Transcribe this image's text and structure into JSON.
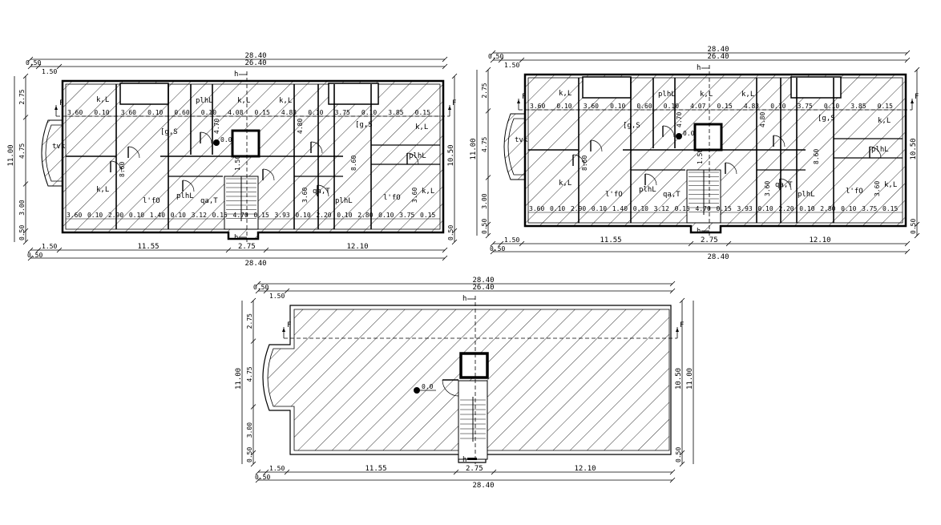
{
  "drawing": {
    "line_color": "#000000",
    "background": "#ffffff",
    "hatch": "diagonal",
    "plans": [
      {
        "id": "plan-1",
        "dims_top_overall": "28.40",
        "dims_top": [
          "0.50",
          "1.50",
          "26.40"
        ],
        "dims_bottom": [
          "0.50",
          "1.50",
          "11.55",
          "2.75",
          "12.10"
        ],
        "dims_bottom_overall": "28.40",
        "dims_left_overall": "11.00",
        "dims_left": [
          "2.75",
          "4.75",
          "3.00",
          "0.50"
        ],
        "dims_right": [
          "10.50",
          "0.50"
        ],
        "section_marks": [
          "F",
          "F",
          "h",
          "h"
        ],
        "level_mark": "0.0",
        "inner_dims_top": [
          "3.60",
          "0.10",
          "3.60",
          "0.10",
          "0.60",
          "0.10",
          "4.08",
          "0.15",
          "4.83",
          "0.10",
          "3.75",
          "0.10",
          "3.85",
          "0.15"
        ],
        "inner_dims_bottom": [
          "3.60",
          "0.10",
          "2.90",
          "0.10",
          "1.40",
          "0.10",
          "3.12",
          "0.15",
          "4.70",
          "0.15",
          "3.93",
          "0.10",
          "2.20",
          "0.10",
          "2.80",
          "0.10",
          "3.75",
          "0.15"
        ],
        "rooms": [
          "k,L",
          "plhL",
          "k,L",
          "k,L",
          "[g,S",
          "[g,S",
          "k,L",
          "tvk",
          "k,L",
          "l'fO",
          "qa,T",
          "plhL",
          "qa,T",
          "plhL",
          "l'fO",
          "k,L",
          "plhL"
        ],
        "vertical_dims": [
          "8.60",
          "8.60",
          "4.70",
          "4.80",
          "1.50",
          "3.60",
          "3.60"
        ]
      },
      {
        "id": "plan-2",
        "dims_top_overall": "28.40",
        "dims_top": [
          "0.50",
          "1.50",
          "26.40"
        ],
        "dims_bottom": [
          "0.50",
          "1.50",
          "11.55",
          "2.75",
          "12.10"
        ],
        "dims_bottom_overall": "28.40",
        "dims_left_overall": "11.00",
        "dims_left": [
          "2.75",
          "4.75",
          "3.00",
          "0.50"
        ],
        "dims_right": [
          "10.50",
          "0.50"
        ],
        "section_marks": [
          "F",
          "F",
          "h",
          "h"
        ],
        "level_mark": "0.0",
        "inner_dims_top": [
          "3.60",
          "0.10",
          "3.60",
          "0.10",
          "0.60",
          "0.10",
          "4.07",
          "0.15",
          "4.83",
          "0.10",
          "3.75",
          "0.10",
          "3.85",
          "0.15"
        ],
        "inner_dims_bottom": [
          "3.60",
          "0.10",
          "2.90",
          "0.10",
          "1.40",
          "0.10",
          "3.12",
          "0.15",
          "4.70",
          "0.15",
          "3.93",
          "0.10",
          "2.20",
          "0.10",
          "2.80",
          "0.10",
          "3.75",
          "0.15"
        ],
        "rooms": [
          "k,L",
          "plhL",
          "k,L",
          "k,L",
          "[g,S",
          "[g,S",
          "k,L",
          "tvk",
          "k,L",
          "l'fO",
          "qa,T",
          "plhL",
          "qa,T",
          "plhL",
          "l'fO",
          "k,L",
          "plhL"
        ],
        "vertical_dims": [
          "8.60",
          "8.60",
          "4.70",
          "4.80",
          "1.50",
          "3.60",
          "3.60"
        ]
      },
      {
        "id": "plan-3-roof",
        "dims_top_overall": "28.40",
        "dims_top": [
          "0.50",
          "1.50",
          "26.40"
        ],
        "dims_bottom": [
          "0.50",
          "1.50",
          "11.55",
          "2.75",
          "12.10"
        ],
        "dims_bottom_overall": "28.40",
        "dims_left_overall": "11.00",
        "dims_left": [
          "2.75",
          "4.75",
          "3.00",
          "0.50"
        ],
        "dims_right": [
          "10.50",
          "11.00",
          "0.50"
        ],
        "section_marks": [
          "F",
          "F",
          "h",
          "h"
        ],
        "level_mark": "0.0"
      }
    ]
  }
}
